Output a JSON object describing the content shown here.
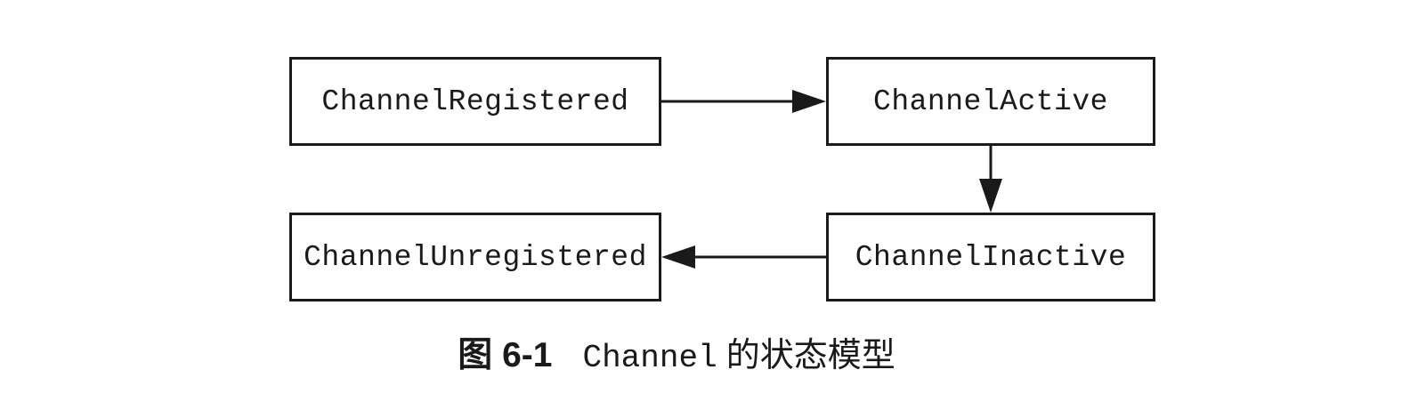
{
  "diagram": {
    "title_context": "Channel state model",
    "nodes": [
      {
        "id": "channel-registered",
        "label": "ChannelRegistered"
      },
      {
        "id": "channel-active",
        "label": "ChannelActive"
      },
      {
        "id": "channel-unregistered",
        "label": "ChannelUnregistered"
      },
      {
        "id": "channel-inactive",
        "label": "ChannelInactive"
      }
    ],
    "edges": [
      {
        "from": "ChannelRegistered",
        "to": "ChannelActive",
        "direction": "right"
      },
      {
        "from": "ChannelActive",
        "to": "ChannelInactive",
        "direction": "down"
      },
      {
        "from": "ChannelInactive",
        "to": "ChannelUnregistered",
        "direction": "left"
      }
    ],
    "colors": {
      "border": "#1a1a1a",
      "arrow": "#1a1a1a",
      "node_fill": "#fefefe",
      "text": "#1a1a1a",
      "background": "#ffffff"
    }
  },
  "caption": {
    "figure_label": "图 6-1",
    "code_term": "Channel",
    "suffix": "的状态模型",
    "full_text": "图 6-1  Channel 的状态模型"
  }
}
